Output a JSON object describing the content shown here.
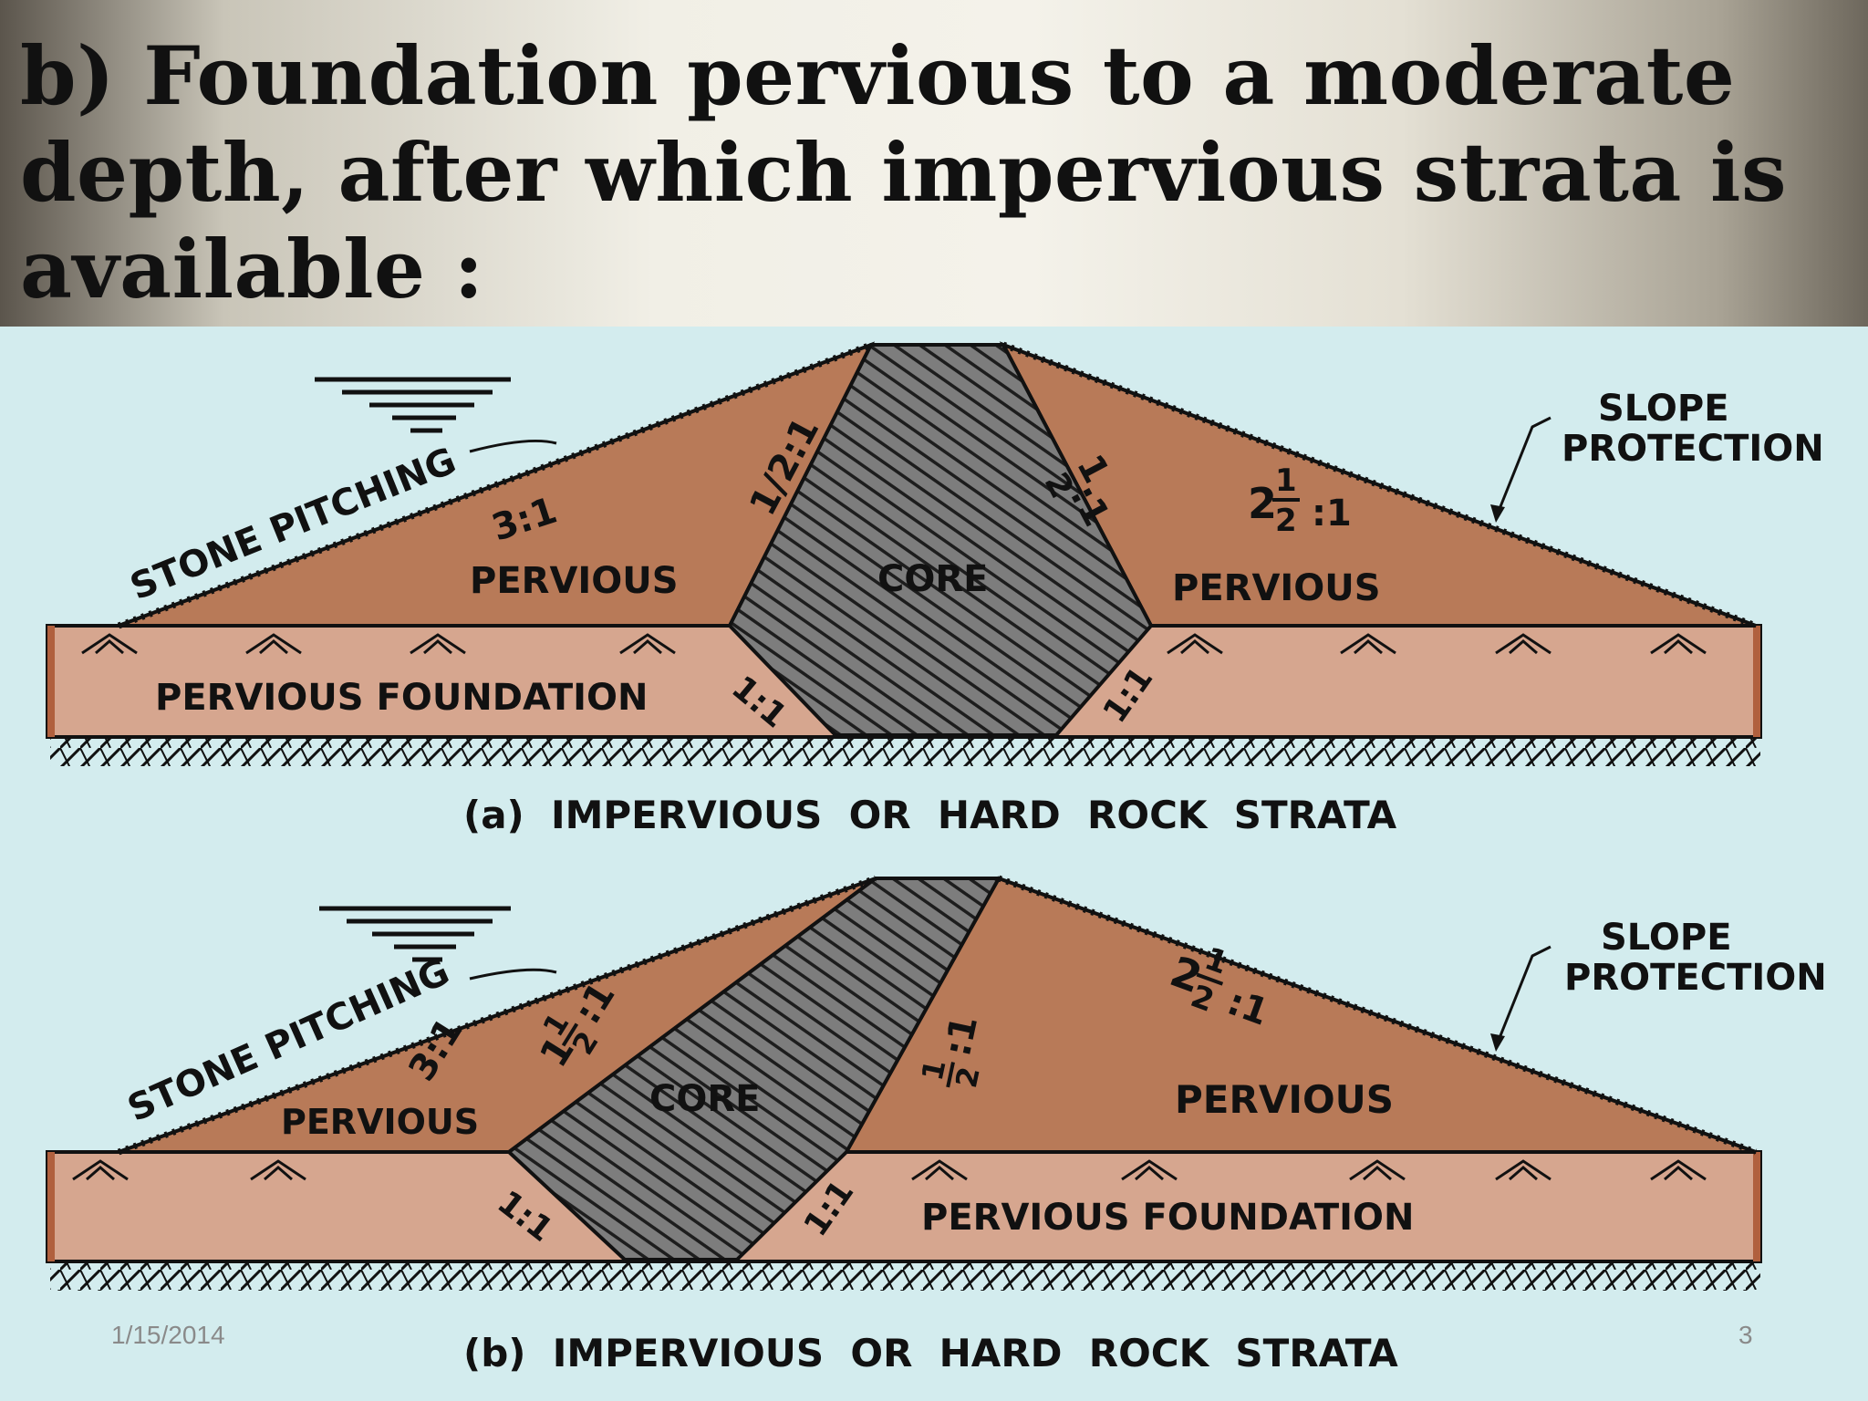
{
  "slide": {
    "title": "b) Foundation pervious to a moderate depth, after which impervious strata is available :",
    "date": "1/15/2014",
    "page_number": "3"
  },
  "diagram_a": {
    "caption": "(a)  IMPERVIOUS  OR  HARD  ROCK  STRATA",
    "stone_pitching": "STONE PITCHING",
    "slope_protection_1": "SLOPE",
    "slope_protection_2": "PROTECTION",
    "upstream_slope": "3:1",
    "core_upstream_slope": "1/2:1",
    "core_downstream_whole": "1",
    "core_downstream_den": "2",
    "core_downstream_tail": ":1",
    "downstream_whole": "2",
    "downstream_num": "1",
    "downstream_den": "2",
    "downstream_tail": ":1",
    "pervious_left": "PERVIOUS",
    "pervious_right": "PERVIOUS",
    "core": "CORE",
    "foundation": "PERVIOUS  FOUNDATION",
    "cutoff_left_slope": "1:1",
    "cutoff_right_slope": "1:1"
  },
  "diagram_b": {
    "caption": "(b)  IMPERVIOUS  OR  HARD  ROCK  STRATA",
    "stone_pitching": "STONE PITCHING",
    "slope_protection_1": "SLOPE",
    "slope_protection_2": "PROTECTION",
    "upstream_slope": "3:1",
    "core_upstream_whole": "1",
    "core_upstream_num": "1",
    "core_upstream_den": "2",
    "core_upstream_tail": ":1",
    "core_downstream_num": "1",
    "core_downstream_den": "2",
    "core_downstream_tail": ":1",
    "downstream_whole": "2",
    "downstream_num": "1",
    "downstream_den": "2",
    "downstream_tail": ":1",
    "pervious_left": "PERVIOUS",
    "pervious_right": "PERVIOUS",
    "core": "CORE",
    "foundation": "PERVIOUS  FOUNDATION",
    "cutoff_left_slope": "1:1",
    "cutoff_right_slope": "1:1"
  },
  "colors": {
    "shell": "#b87a58",
    "foundation": "#d6a68f",
    "core": "#7d7d7d",
    "background": "#d3ecee"
  }
}
